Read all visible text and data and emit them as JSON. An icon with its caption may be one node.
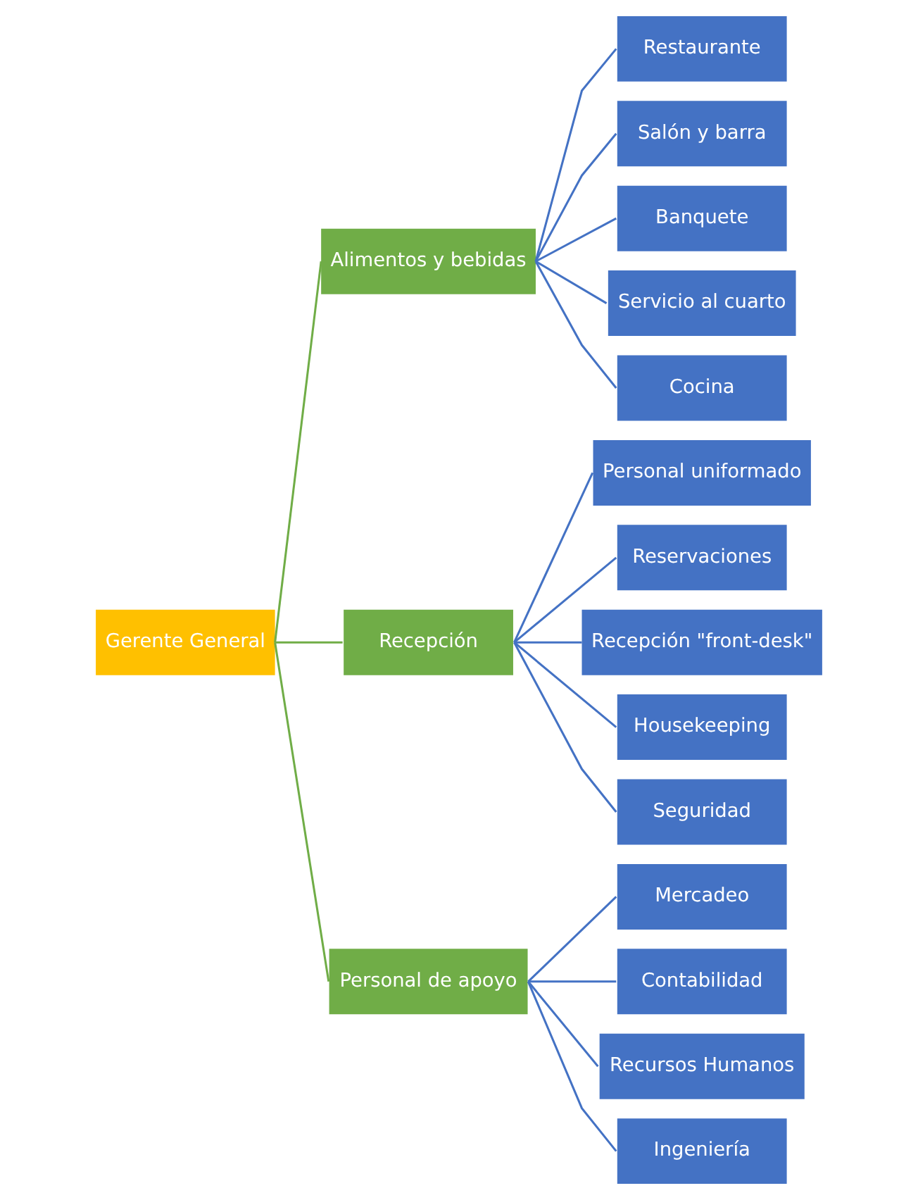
{
  "diagram": {
    "nodes": [
      {
        "text": [
          "Gerente General"
        ]
      },
      {
        "text": [
          "Alimentos y bebidas"
        ]
      },
      {
        "text": [
          "Recepción"
        ]
      },
      {
        "text": [
          "Personal de apoyo"
        ]
      },
      {
        "text": [
          "Restaurante"
        ]
      },
      {
        "text": [
          "Salón y barra"
        ]
      },
      {
        "text": [
          "Banquete"
        ]
      },
      {
        "text": [
          "Servicio al cuarto"
        ]
      },
      {
        "text": [
          "Cocina"
        ]
      },
      {
        "text": [
          "Personal uniformado"
        ]
      },
      {
        "text": [
          "Reservaciones"
        ]
      },
      {
        "text": [
          "Recepción \"front-desk\""
        ]
      },
      {
        "text": [
          "Housekeeping"
        ]
      },
      {
        "text": [
          "Seguridad"
        ]
      },
      {
        "text": [
          "Mercadeo"
        ]
      },
      {
        "text": [
          "Contabilidad"
        ]
      },
      {
        "text": [
          "Recursos Humanos"
        ]
      },
      {
        "text": [
          "Ingeniería"
        ]
      }
    ],
    "edges": [
      {
        "from": 0,
        "to": 1,
        "arrow": "none",
        "color": "#70ad47"
      },
      {
        "from": 0,
        "to": 2,
        "arrow": "none",
        "color": "#70ad47"
      },
      {
        "from": 0,
        "to": 3,
        "arrow": "none",
        "color": "#70ad47"
      },
      {
        "from": 1,
        "to": 4,
        "arrow": "none"
      },
      {
        "from": 1,
        "to": 5,
        "arrow": "none"
      },
      {
        "from": 1,
        "to": 6,
        "arrow": "none"
      },
      {
        "from": 1,
        "to": 7,
        "arrow": "none"
      },
      {
        "from": 1,
        "to": 8,
        "arrow": "none"
      },
      {
        "from": 2,
        "to": 9,
        "arrow": "none"
      },
      {
        "from": 2,
        "to": 10,
        "arrow": "none"
      },
      {
        "from": 2,
        "to": 11,
        "arrow": "none"
      },
      {
        "from": 2,
        "to": 12,
        "arrow": "none"
      },
      {
        "from": 2,
        "to": 13,
        "arrow": "none"
      },
      {
        "from": 3,
        "to": 14,
        "arrow": "none"
      },
      {
        "from": 3,
        "to": 15,
        "arrow": "none"
      },
      {
        "from": 3,
        "to": 16,
        "arrow": "none"
      },
      {
        "from": 3,
        "to": 17,
        "arrow": "none"
      }
    ]
  }
}
